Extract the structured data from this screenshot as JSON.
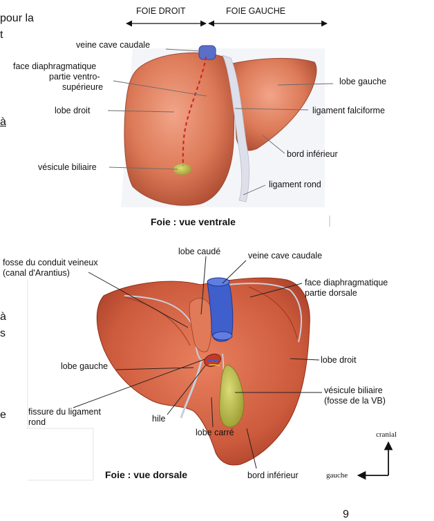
{
  "edge_text": {
    "top1": "pour la",
    "top2": "t",
    "mid": "à",
    "left_a": "à",
    "left_b": "s",
    "left_c": "e",
    "page_number": "9"
  },
  "ventral": {
    "header_right": "FOIE DROIT",
    "header_left": "FOIE GAUCHE",
    "labels": {
      "veine_cave": "veine cave caudale",
      "face_diaph_1": "face diaphragmatique",
      "face_diaph_2": "partie ventro-",
      "face_diaph_3": "supérieure",
      "lobe_droit": "lobe droit",
      "vesicule": "vésicule biliaire",
      "lobe_gauche": "lobe gauche",
      "ligament_falc": "ligament falciforme",
      "bord_inf": "bord inférieur",
      "ligament_rond": "ligament rond"
    },
    "caption": "Foie : vue ventrale"
  },
  "dorsal": {
    "labels": {
      "lobe_caude": "lobe caudé",
      "veine_cave": "veine cave caudale",
      "fosse_1": "fosse du conduit veineux",
      "fosse_2": "(canal d'Arantius)",
      "face_diaph_1": "face diaphragmatique",
      "face_diaph_2": "partie dorsale",
      "lobe_droit": "lobe droit",
      "lobe_gauche": "lobe gauche",
      "vesicule_1": "vésicule biliaire",
      "vesicule_2": "(fosse de la VB)",
      "fissure_1": "fissure du ligament",
      "fissure_2": "rond",
      "hile": "hile",
      "lobe_carre": "lobe carré",
      "bord_inf": "bord inférieur"
    },
    "caption": "Foie : vue dorsale",
    "orientation": {
      "cranial": "cranial",
      "gauche": "gauche"
    }
  },
  "colors": {
    "liver": "#d9704f",
    "liver_dark": "#a9452f",
    "vein": "#3f5fcc",
    "gallbladder": "#b8b84a",
    "ligament": "#d8dbe6"
  }
}
